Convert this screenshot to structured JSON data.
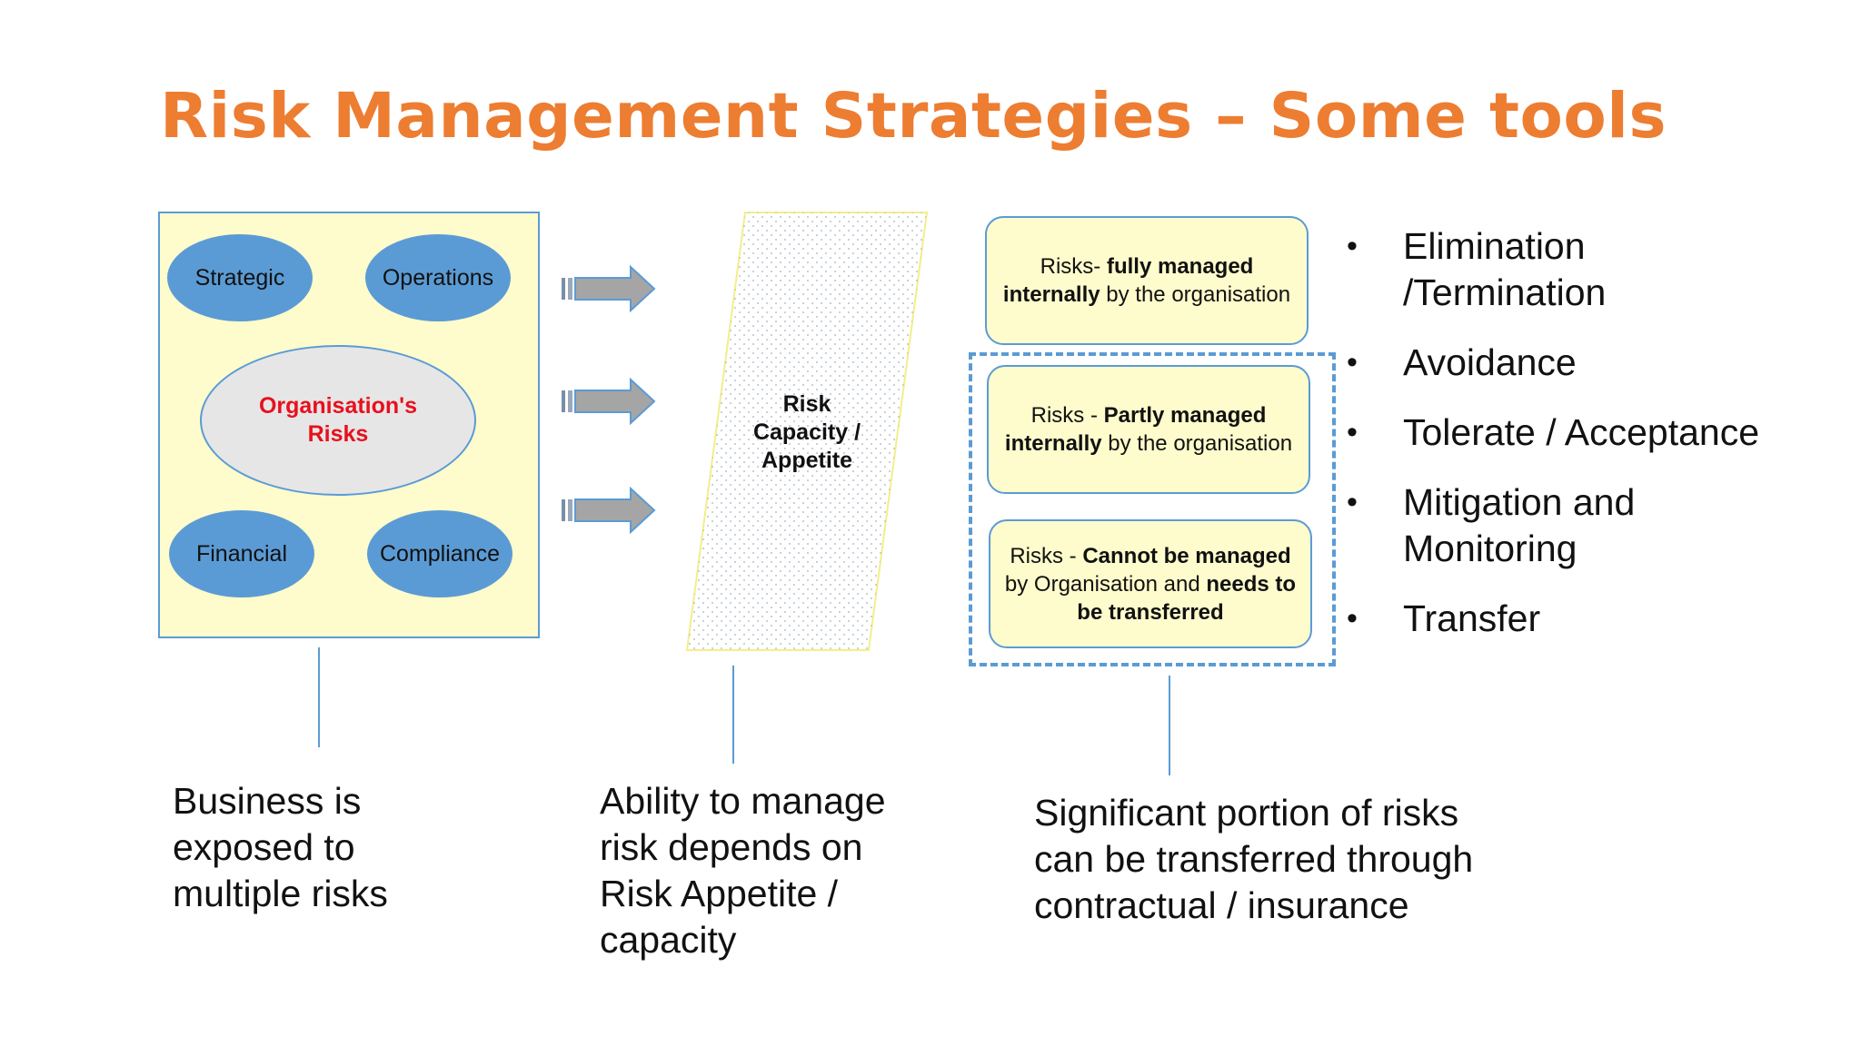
{
  "title": "Risk Management Strategies – Some tools",
  "colors": {
    "accent": "#ed7d31",
    "blue": "#5b9bd5",
    "panel": "#fefccc",
    "red": "#e8101e"
  },
  "risk_types": {
    "strategic": "Strategic",
    "operations": "Operations",
    "center": "Organisation's\nRisks",
    "financial": "Financial",
    "compliance": "Compliance"
  },
  "capacity": "Risk\nCapacity /\nAppetite",
  "boxes": {
    "fully": {
      "pre": "Risks-  ",
      "bold1": "fully managed internally",
      "mid": " by the organisation"
    },
    "partly": {
      "pre": "Risks - ",
      "bold1": "Partly managed internally",
      "mid": " by the organisation"
    },
    "cannot": {
      "pre": "Risks  - ",
      "bold1": "Cannot be managed",
      "mid": " by Organisation and ",
      "bold2": "needs to be transferred"
    }
  },
  "bullets": [
    "Elimination\n/Termination",
    "Avoidance",
    "Tolerate / Acceptance",
    "Mitigation and\nMonitoring",
    "Transfer"
  ],
  "captions": {
    "left": "Business is\nexposed to\nmultiple risks",
    "middle": "Ability to manage\nrisk depends on\nRisk Appetite /\ncapacity",
    "right": "Significant portion of risks\ncan be transferred through\ncontractual / insurance"
  }
}
